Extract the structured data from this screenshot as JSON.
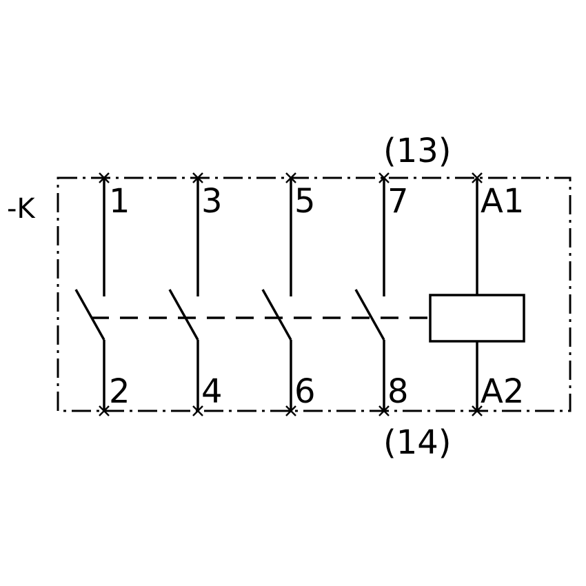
{
  "device_label": "-K",
  "poles": [
    {
      "top": "1",
      "bottom": "2"
    },
    {
      "top": "3",
      "bottom": "4"
    },
    {
      "top": "5",
      "bottom": "6"
    },
    {
      "top": "7",
      "bottom": "8"
    }
  ],
  "aux_top": "(13)",
  "aux_bottom": "(14)",
  "coil": {
    "top": "A1",
    "bottom": "A2"
  }
}
